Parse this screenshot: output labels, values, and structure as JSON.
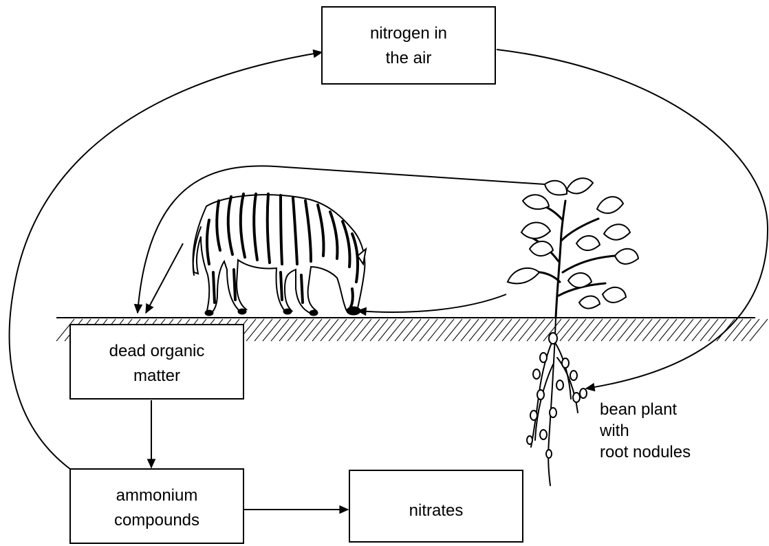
{
  "boxes": {
    "nitrogen_air": {
      "line1": "nitrogen in",
      "line2": "the air"
    },
    "dead_organic": {
      "line1": "dead organic",
      "line2": "matter"
    },
    "ammonium": {
      "line1": "ammonium",
      "line2": "compounds"
    },
    "nitrates": {
      "line1": "nitrates"
    }
  },
  "bean_plant_label": {
    "line1": "bean plant",
    "line2": "with",
    "line3": "root nodules"
  }
}
